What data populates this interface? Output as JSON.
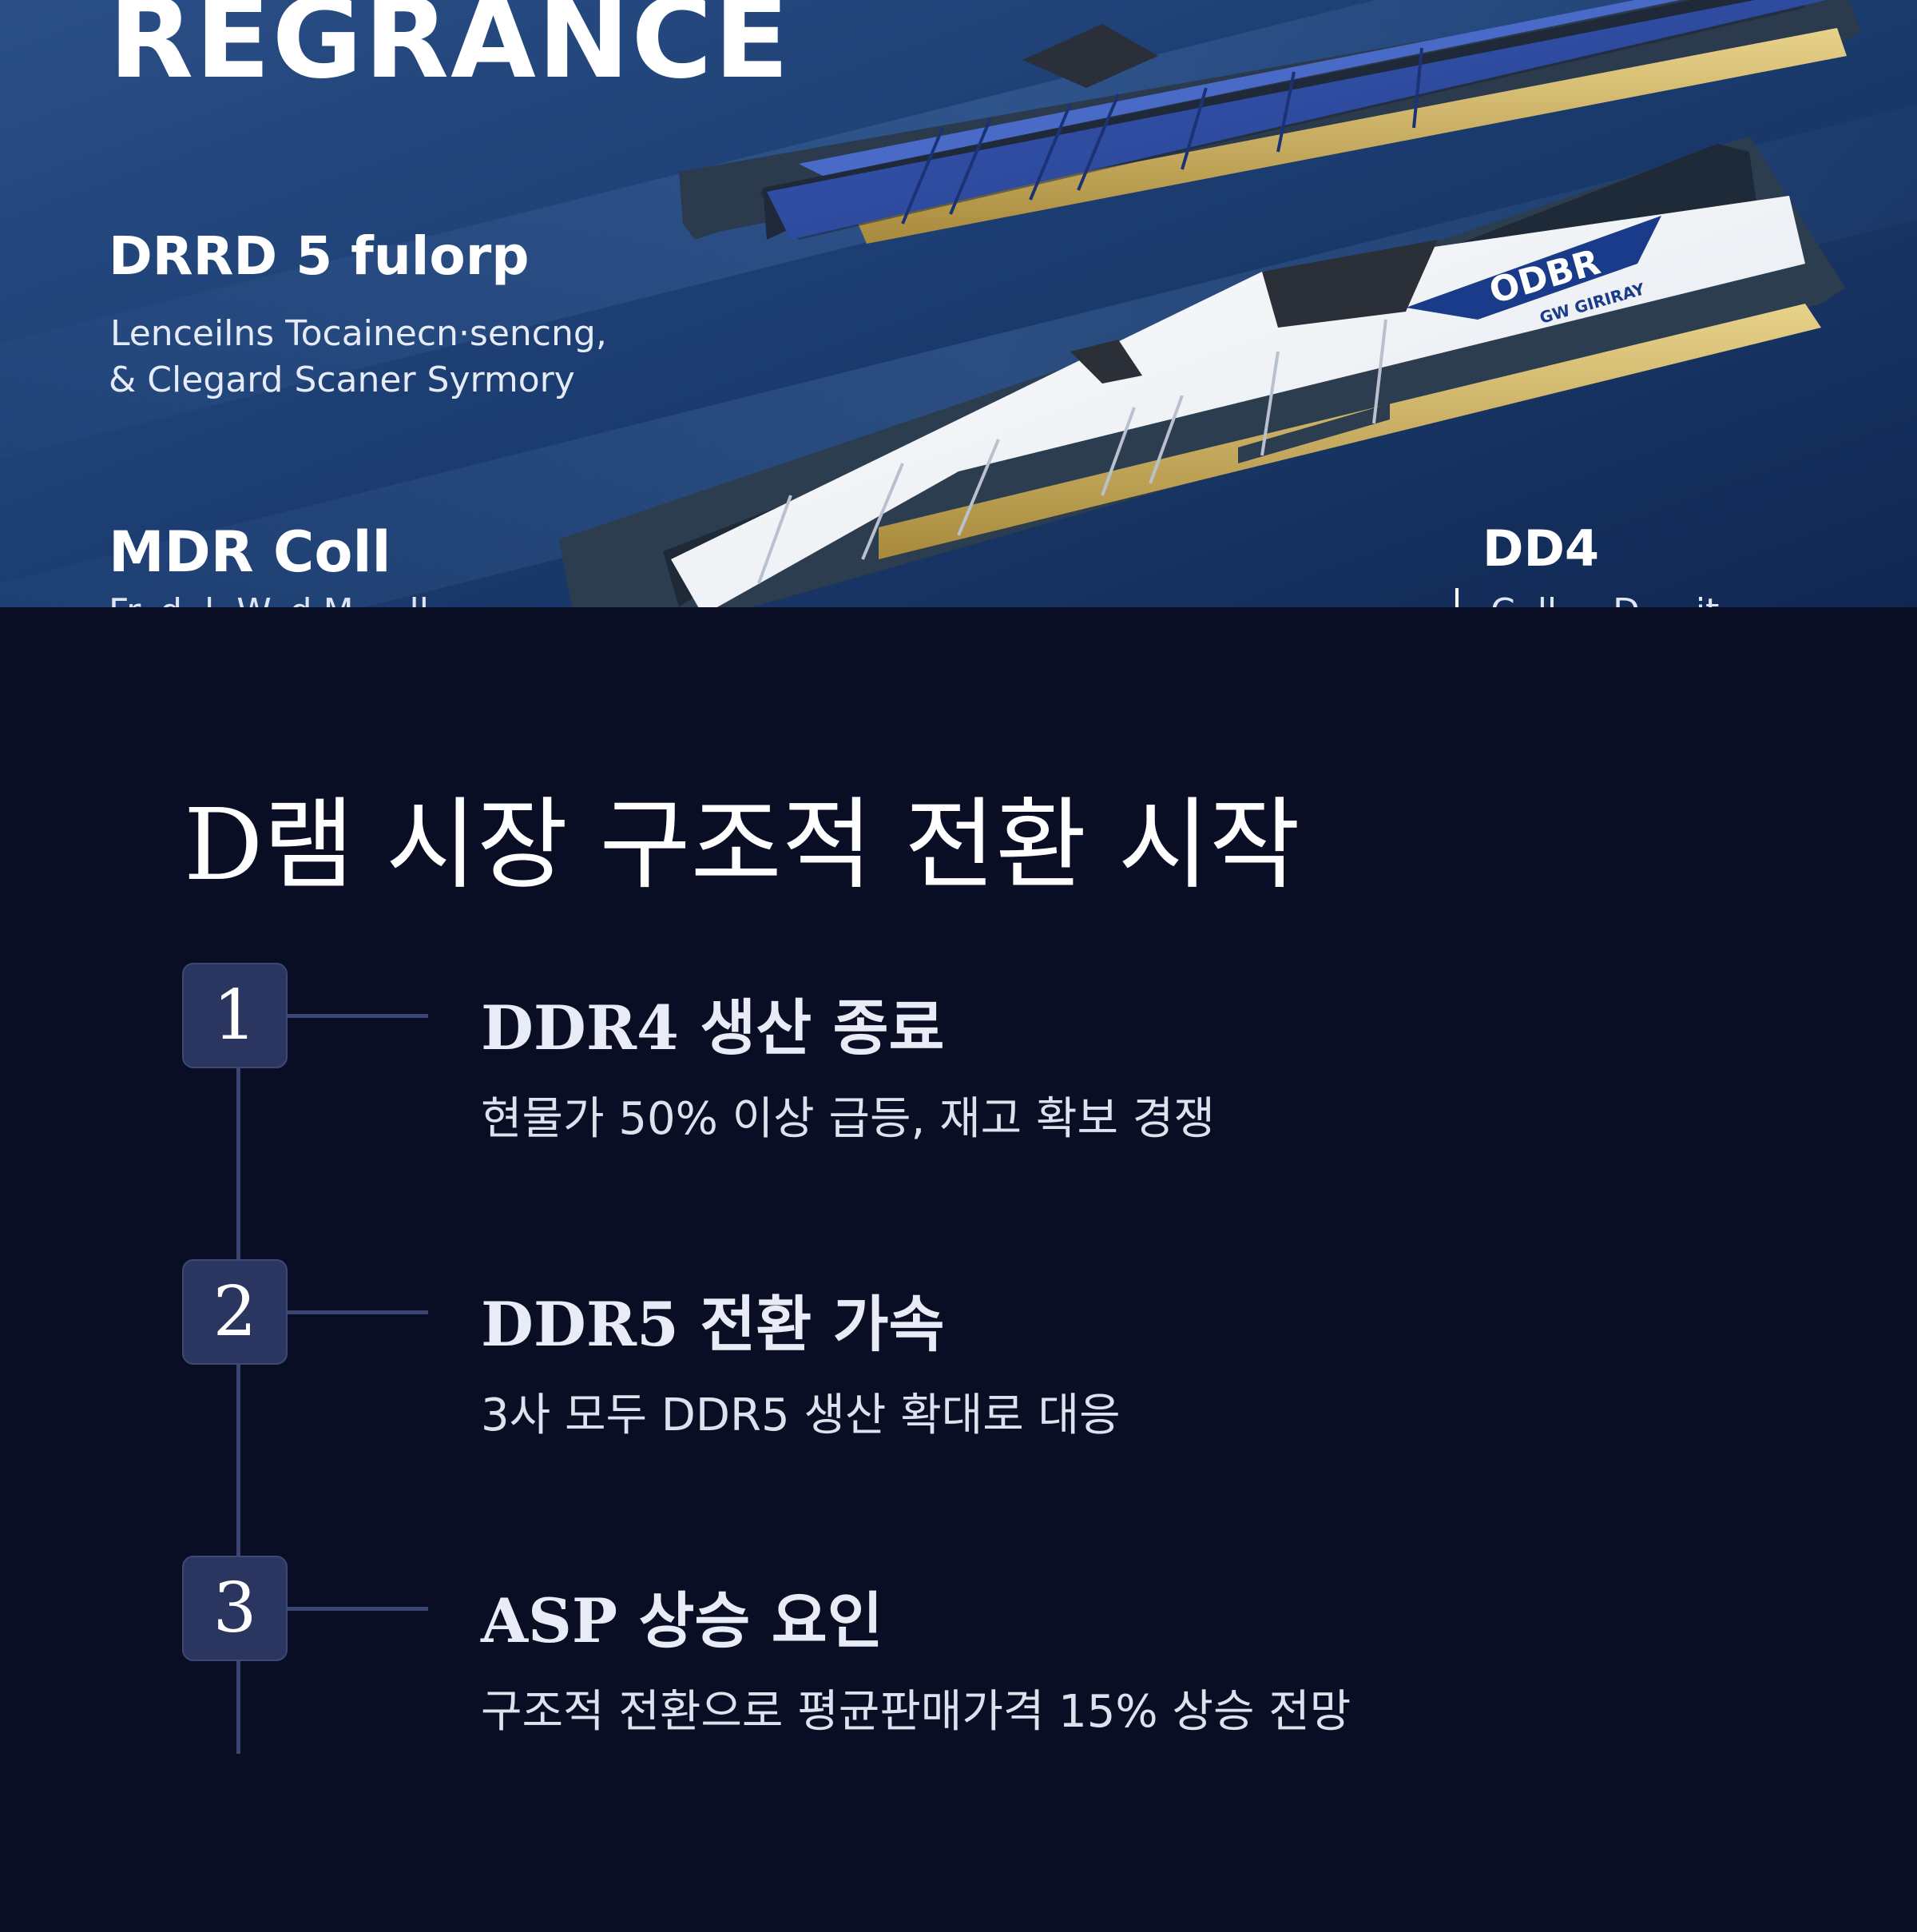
{
  "hero": {
    "brand": "REGRANCE",
    "product": "DRRD 5 fulorp",
    "desc_line1": "Lenceilns  Tocainecn·sencng,",
    "desc_line2": "& Clegard Scaner Syrmory",
    "sub_left": "MDR Coll",
    "sub_right": "DD4",
    "cut_left": "Fr..d..l. W..d M.....ll.",
    "cut_right": "C..ll.... D.....it..",
    "ram_label": "ODBR",
    "ram_sublabel": "GW GIRIRAY"
  },
  "section": {
    "title": "D램 시장 구조적 전환 시작"
  },
  "steps": [
    {
      "number": "1",
      "title": "DDR4 생산 종료",
      "desc": "현물가 50% 이상 급등, 재고 확보 경쟁"
    },
    {
      "number": "2",
      "title": "DDR5 전환 가속",
      "desc": "3사 모두 DDR5 생산 확대로 대응"
    },
    {
      "number": "3",
      "title": "ASP 상승 요인",
      "desc": "구조적 전환으로 평균판매가격 15% 상승 전망"
    }
  ],
  "colors": {
    "background": "#0a0e24",
    "badge": "#2a3560",
    "line": "#3a4672",
    "hero_blue": "#1d3f74"
  }
}
